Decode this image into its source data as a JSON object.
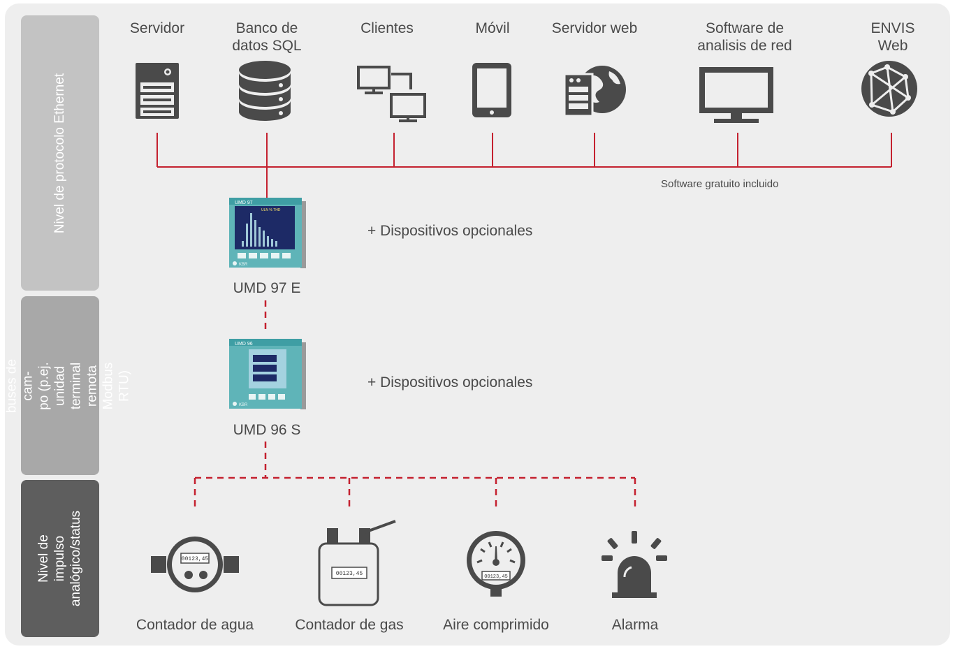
{
  "levels": {
    "ethernet": "Nivel de protocolo Ethernet",
    "fieldbus": "Nivel de buses de cam-\npo (p.ej. unidad terminal\nremota Modbus RTU)",
    "pulse": "Nivel de impulso\nanalógico/status"
  },
  "top_nodes": [
    {
      "label": "Servidor",
      "icon": "server-icon"
    },
    {
      "label": "Banco de\ndatos SQL",
      "icon": "database-icon"
    },
    {
      "label": "Clientes",
      "icon": "clients-icon"
    },
    {
      "label": "Móvil",
      "icon": "tablet-icon"
    },
    {
      "label": "Servidor web",
      "icon": "web-server-icon"
    },
    {
      "label": "Software de\nanalisis de red",
      "icon": "monitor-icon"
    },
    {
      "label": "ENVIS Web",
      "icon": "globe-network-icon"
    }
  ],
  "software_note": "Software gratuito incluido",
  "devices": [
    {
      "label": "UMD 97 E",
      "screen_title": "UMD 97",
      "screen_cols": "ULN %    THD",
      "optional": "+ Dispositivos opcionales"
    },
    {
      "label": "UMD 96 S",
      "screen_title": "UMD 96",
      "optional": "+ Dispositivos opcionales"
    }
  ],
  "device_brand": "KBR",
  "bottom_nodes": [
    {
      "label": "Contador de agua",
      "icon": "water-meter-icon",
      "reading": "00123,45"
    },
    {
      "label": "Contador de gas",
      "icon": "gas-meter-icon",
      "reading": "00123,45"
    },
    {
      "label": "Aire comprimido",
      "icon": "pressure-gauge-icon",
      "reading": "00123,45"
    },
    {
      "label": "Alarma",
      "icon": "alarm-light-icon"
    }
  ],
  "colors": {
    "connector": "#c4212f",
    "icon": "#4a4a4a",
    "panel": "#eeeeee"
  }
}
